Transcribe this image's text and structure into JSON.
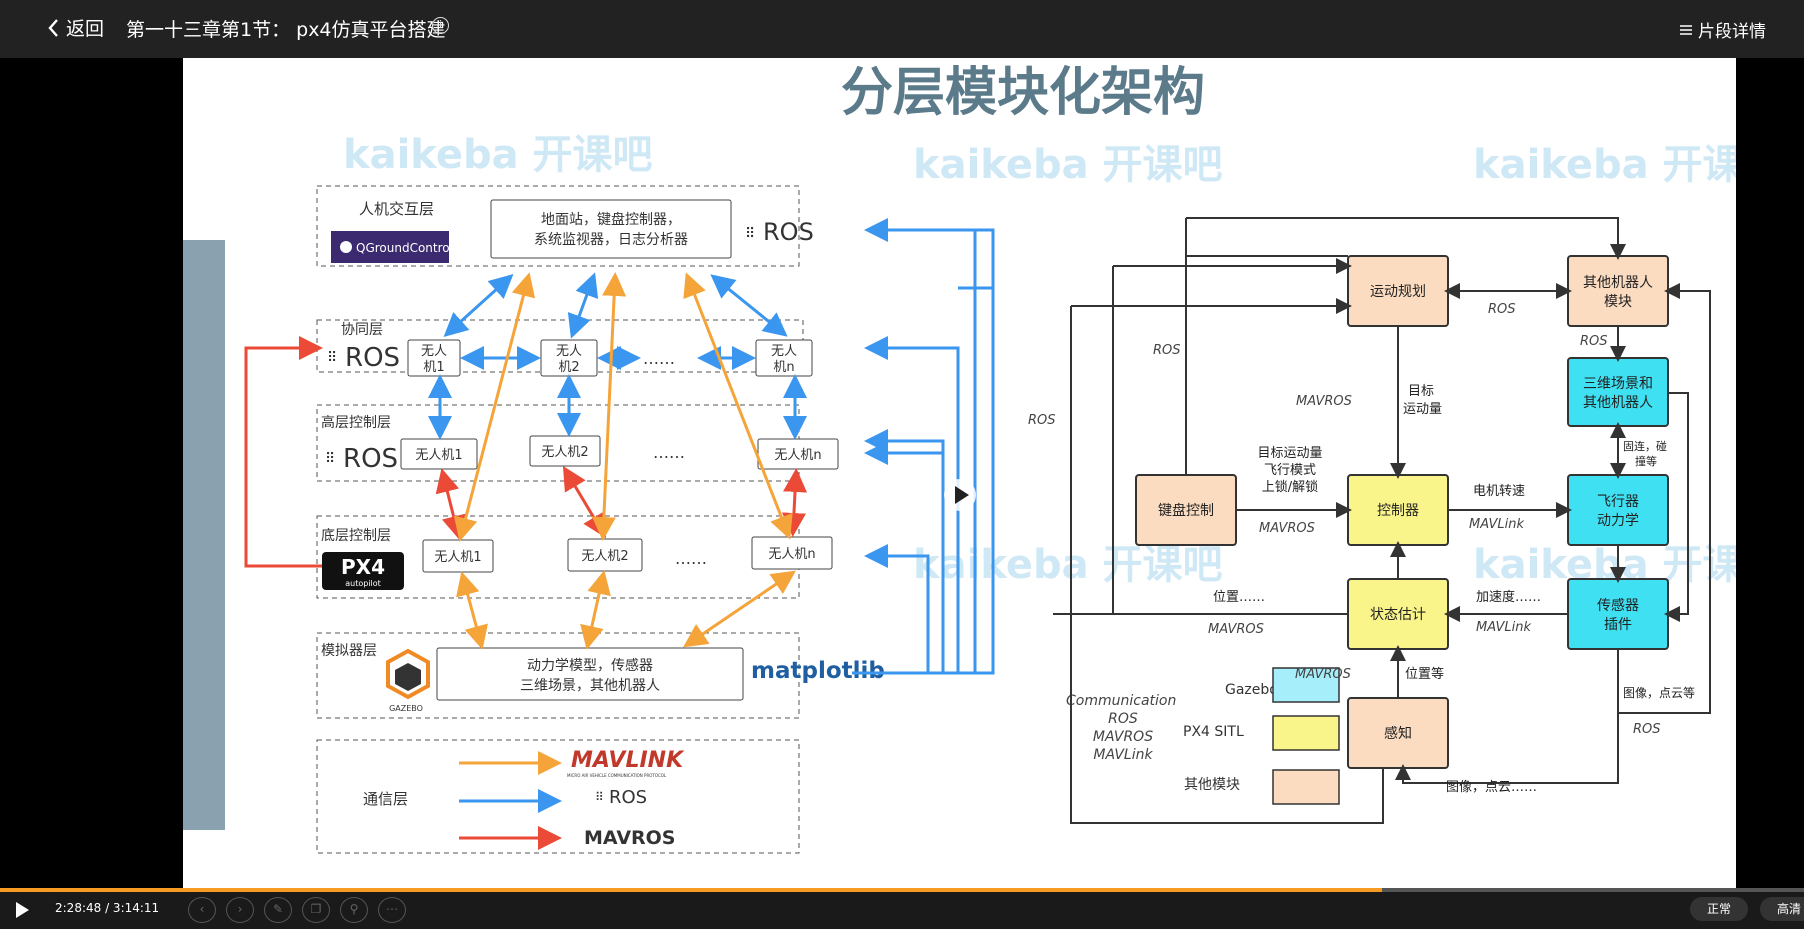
{
  "topbar": {
    "back_label": "返回",
    "title": "第一十三章第1节： px4仿真平台搭建",
    "info_glyph": "i",
    "details_label": "片段详情"
  },
  "slide": {
    "heading": "分层模块化架构",
    "watermark": "kaikeba 开课吧",
    "left": {
      "layer_hci": "人机交互层",
      "qgc": "QGroundControl",
      "gcs_line1": "地面站，键盘控制器，",
      "gcs_line2": "系统监视器，日志分析器",
      "ros": "ROS",
      "layer_coop": "协同层",
      "uav1_l1": "无人",
      "uav1_l2": "机1",
      "uav2_l2": "机2",
      "uavn_l2": "机n",
      "dots": "……",
      "layer_high": "高层控制层",
      "uav1": "无人机1",
      "uav2": "无人机2",
      "uavn": "无人机n",
      "layer_low": "底层控制层",
      "px4": "PX4",
      "autopilot": "autopilot",
      "layer_sim": "模拟器层",
      "gazebo": "GAZEBO",
      "sim_line1": "动力学模型，传感器",
      "sim_line2": "三维场景，其他机器人",
      "matplotlib": "matplotlib",
      "layer_comm": "通信层",
      "mavlink": "MAVLINK",
      "mavlink_sub": "MICRO AIR VEHICLE COMMUNICATION PROTOCOL",
      "mavros": "MAVROS"
    },
    "right": {
      "motion_plan": "运动规划",
      "other_robot_l1": "其他机器人",
      "other_robot_l2": "模块",
      "scene_l1": "三维场景和",
      "scene_l2": "其他机器人",
      "keyboard": "键盘控制",
      "controller": "控制器",
      "flight_l1": "飞行器",
      "flight_l2": "动力学",
      "state_est": "状态估计",
      "sensor_l1": "传感器",
      "sensor_l2": "插件",
      "perception": "感知",
      "ros": "ROS",
      "mavros": "MAVROS",
      "mavlink": "MAVLink",
      "target_l1": "目标",
      "target_l2": "运动量",
      "kb_l1": "目标运动量",
      "kb_l2": "飞行模式",
      "kb_l3": "上锁/解锁",
      "motor": "电机转速",
      "fix_l1": "固连，碰",
      "fix_l2": "撞等",
      "pos": "位置……",
      "accel": "加速度……",
      "pos_etc": "位置等",
      "img_pc": "图像，点云等",
      "img_pc2": "图像，点云……",
      "comm_title": "Communication",
      "legend_gazebo": "Gazebo",
      "legend_px4": "PX4 SITL",
      "legend_other": "其他模块"
    },
    "colors": {
      "blue_arrow": "#3a96ee",
      "orange_arrow": "#f5a43a",
      "red_arrow": "#ea4a36",
      "cyan_box": "#3ee0f2",
      "yellow_box": "#faf58a",
      "peach_box": "#fbdcc0"
    }
  },
  "player": {
    "time": "2:28:48 / 3:14:11",
    "progress": 0.766,
    "speed_label": "正常",
    "quality_label": "高清",
    "tool_icons": [
      "prev-icon",
      "next-icon",
      "pen-icon",
      "copy-icon",
      "search-icon",
      "more-icon"
    ]
  }
}
